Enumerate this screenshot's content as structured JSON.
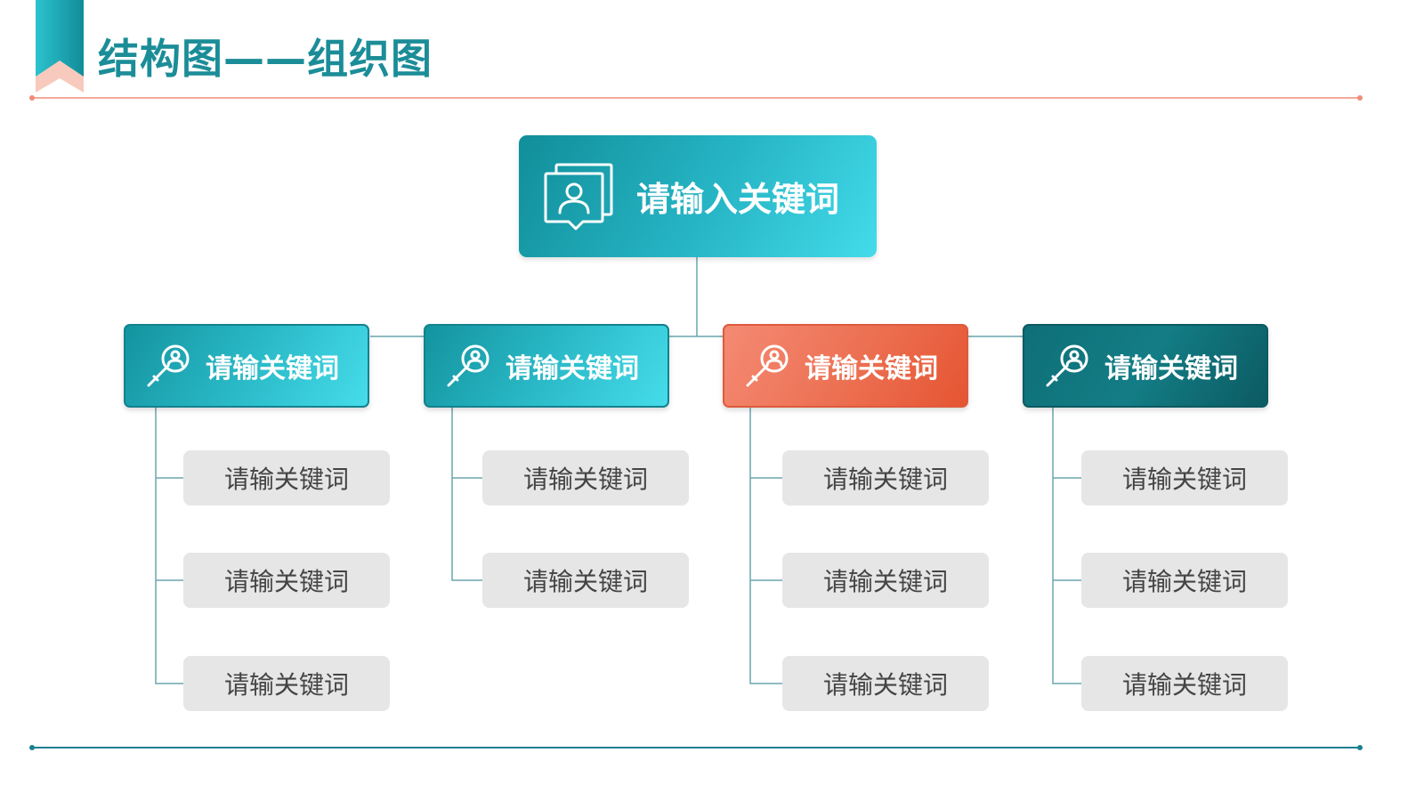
{
  "page_title": "结构图——组织图",
  "colors": {
    "title": "#1b8d98",
    "teal": "#1fa9b6",
    "accent_orange": "#ec6f51",
    "dark_teal": "#0f6f78",
    "leaf_bg": "#e6e6e6",
    "connector": "#6aa6ad"
  },
  "root": {
    "label": "请输入关键词",
    "icon": "user-chat-icon"
  },
  "branches": [
    {
      "label": "请输关键词",
      "icon": "search-user-icon",
      "style": "teal",
      "children": [
        "请输关键词",
        "请输关键词",
        "请输关键词"
      ]
    },
    {
      "label": "请输关键词",
      "icon": "search-user-icon",
      "style": "teal",
      "children": [
        "请输关键词",
        "请输关键词"
      ]
    },
    {
      "label": "请输关键词",
      "icon": "search-user-icon",
      "style": "orange",
      "children": [
        "请输关键词",
        "请输关键词",
        "请输关键词"
      ]
    },
    {
      "label": "请输关键词",
      "icon": "search-user-icon",
      "style": "dark",
      "children": [
        "请输关键词",
        "请输关键词",
        "请输关键词"
      ]
    }
  ]
}
